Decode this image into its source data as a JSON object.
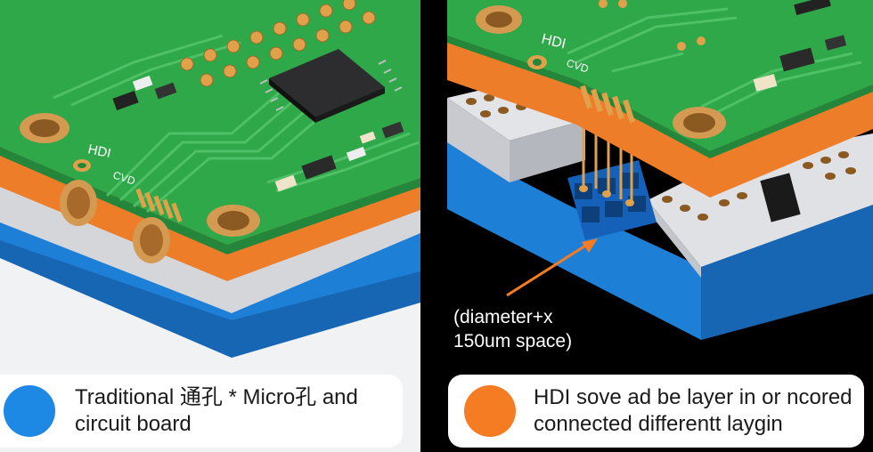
{
  "left_panel": {
    "board_label": "HDI",
    "board_code": "CVD",
    "caption": "Traditional  通孔 * Micro孔 and\ncircuit board",
    "dot_color": "#1e88e5"
  },
  "right_panel": {
    "board_label": "HDI",
    "board_code": "CVD",
    "annotation": "(diameter+x\n150um space)",
    "caption": "HDI sove ad be layer in or ncored\nconnected differentt laygin",
    "dot_color": "#f57c22",
    "arrow_color": "#f57c22"
  },
  "colors": {
    "pcb_green": "#2fa84a",
    "copper": "#c98a3c",
    "orange_layer": "#ee7d2a",
    "grey_layer": "#d4d6da",
    "blue_layer": "#1e7fd6"
  }
}
